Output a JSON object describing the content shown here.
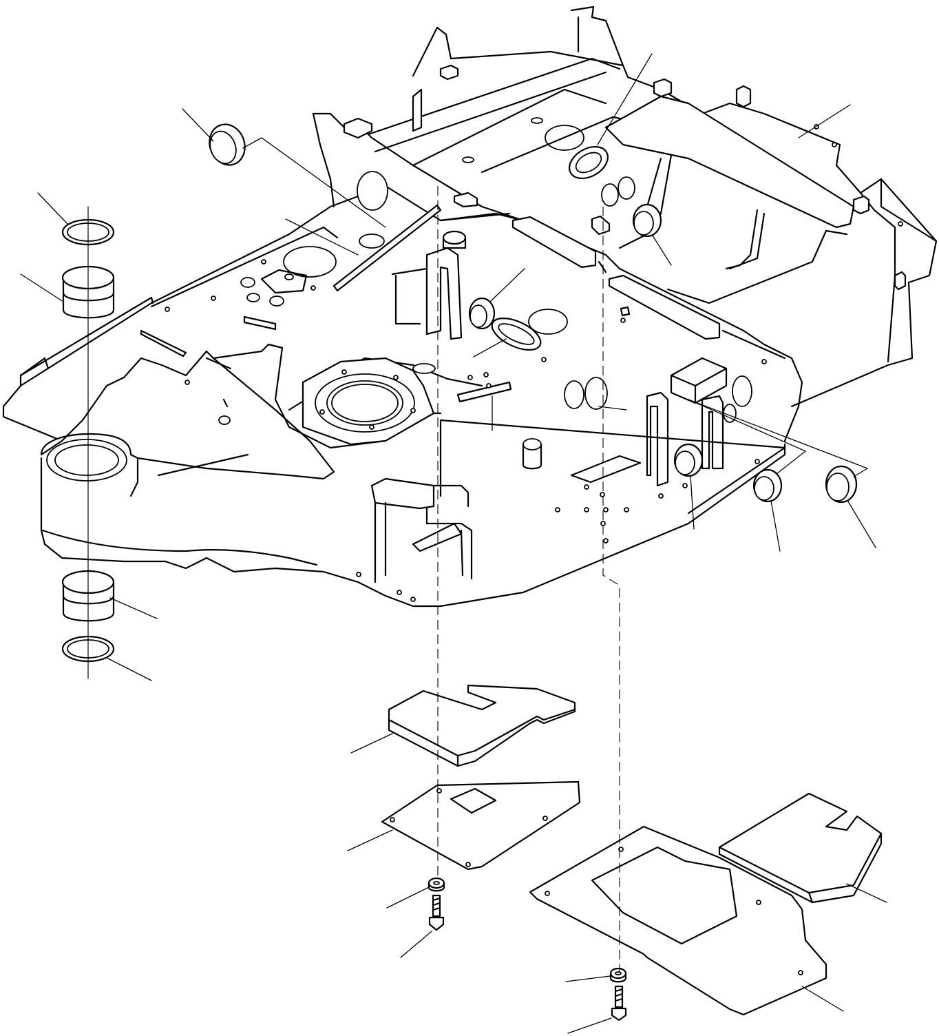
{
  "drawing": {
    "parts": {
      "main_frame": "revolving-frame",
      "boom_bracket": "boom-swing-bracket",
      "bushings": "boom-bracket-bushings",
      "seals": "bushing-seal-rings",
      "grommets": "cable-grommets",
      "cover_plates": "underside-cover-plates",
      "pads": "insulation-pads",
      "fasteners": "bolts-and-washers"
    },
    "line_color": "#000000",
    "background_color": "#ffffff"
  }
}
